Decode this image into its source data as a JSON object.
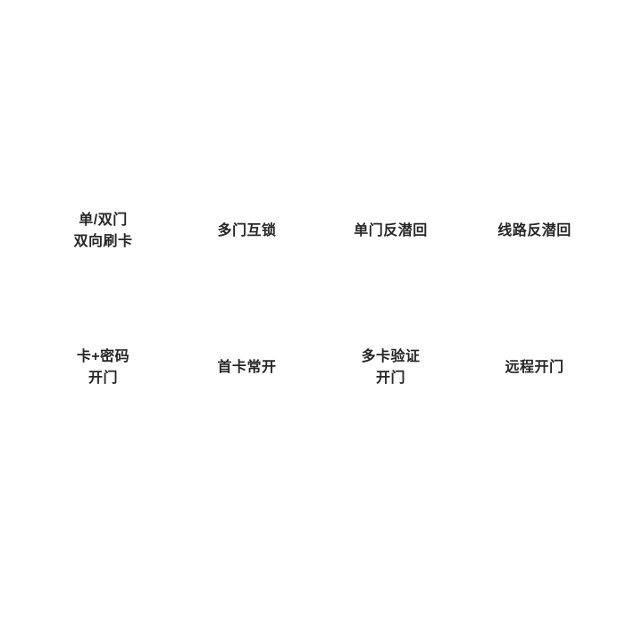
{
  "page": {
    "background_color": "#ffffff",
    "text_color": "#262626"
  },
  "features": {
    "items": [
      {
        "label": "单/双门\n双向刷卡"
      },
      {
        "label": "多门互锁"
      },
      {
        "label": "单门反潜回"
      },
      {
        "label": "线路反潜回"
      },
      {
        "label": "卡+密码\n开门"
      },
      {
        "label": "首卡常开"
      },
      {
        "label": "多卡验证\n开门"
      },
      {
        "label": "远程开门"
      }
    ]
  }
}
